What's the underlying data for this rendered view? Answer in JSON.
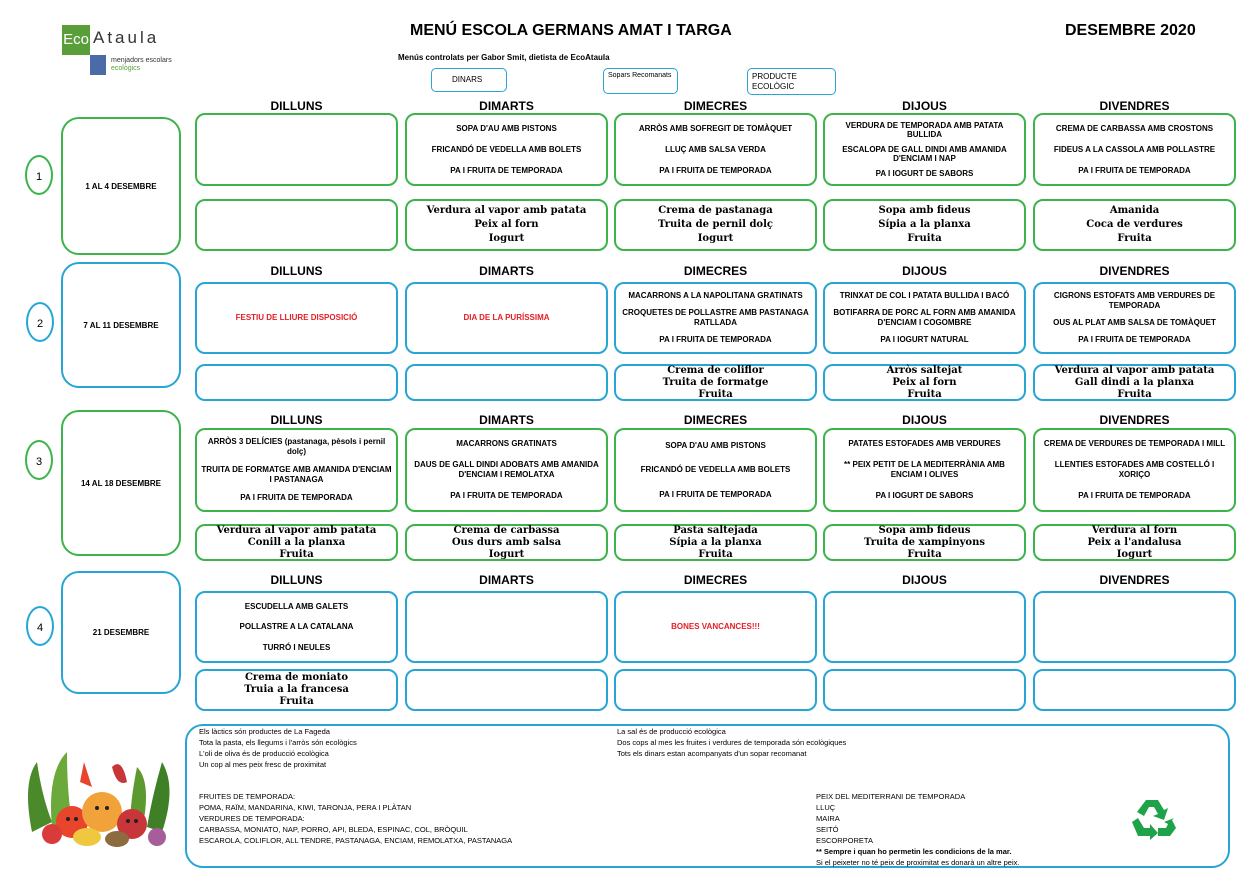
{
  "header": {
    "logo_eco": "Eco",
    "logo_ataula": "Ataula",
    "logo_sub1": "menjadors escolars",
    "logo_sub2": "ecològics",
    "title": "MENÚ ESCOLA GERMANS AMAT I TARGA",
    "month": "DESEMBRE 2020",
    "subtitle": "Menús controlats per Gabor Smit, dietista de EcoAtaula"
  },
  "legend": {
    "dinars": "DINARS",
    "sopars": "Sopars Recomanats",
    "producte": "PRODUCTE ECOLÒGIC"
  },
  "days": [
    "DILLUNS",
    "DIMARTS",
    "DIMECRES",
    "DIJOUS",
    "DIVENDRES"
  ],
  "weeks": [
    {
      "number": "1",
      "label": "1 AL 4 DESEMBRE",
      "dinars": [
        [],
        [
          "SOPA D'AU AMB PISTONS",
          "FRICANDÓ DE VEDELLA AMB BOLETS",
          "PA I FRUITA DE TEMPORADA"
        ],
        [
          "ARRÒS AMB SOFREGIT DE TOMÀQUET",
          "LLUÇ AMB SALSA VERDA",
          "PA I FRUITA DE TEMPORADA"
        ],
        [
          "VERDURA DE TEMPORADA AMB PATATA BULLIDA",
          "ESCALOPA DE GALL DINDI AMB AMANIDA D'ENCIAM I NAP",
          "PA I IOGURT DE SABORS"
        ],
        [
          "CREMA DE CARBASSA AMB CROSTONS",
          "FIDEUS A LA CASSOLA AMB POLLASTRE",
          "PA I FRUITA DE TEMPORADA"
        ]
      ],
      "sopars": [
        [],
        [
          "Verdura al vapor amb patata",
          "Peix al forn",
          "Iogurt"
        ],
        [
          "Crema de pastanaga",
          "Truita de pernil dolç",
          "Iogurt"
        ],
        [
          "Sopa amb fideus",
          "Sípia a la planxa",
          "Fruita"
        ],
        [
          "Amanida",
          "Coca de verdures",
          "Fruita"
        ]
      ]
    },
    {
      "number": "2",
      "label": "7 AL 11 DESEMBRE",
      "dinars": [
        [
          "FESTIU DE LLIURE DISPOSICIÓ"
        ],
        [
          "DIA DE LA PURÍSSIMA"
        ],
        [
          "MACARRONS A LA NAPOLITANA GRATINATS",
          "CROQUETES DE POLLASTRE AMB PASTANAGA RATLLADA",
          "PA I FRUITA DE TEMPORADA"
        ],
        [
          "TRINXAT DE COL I PATATA BULLIDA I BACÓ",
          "BOTIFARRA DE PORC AL FORN AMB AMANIDA D'ENCIAM I COGOMBRE",
          "PA I IOGURT NATURAL"
        ],
        [
          "CIGRONS ESTOFATS AMB VERDURES DE TEMPORADA",
          "OUS AL PLAT AMB SALSA DE TOMÀQUET",
          "PA I FRUITA DE TEMPORADA"
        ]
      ],
      "sopars": [
        [],
        [],
        [
          "Crema de coliflor",
          "Truita de formatge",
          "Fruita"
        ],
        [
          "Arròs saltejat",
          "Peix al forn",
          "Fruita"
        ],
        [
          "Verdura al vapor amb patata",
          "Gall dindi a la planxa",
          "Fruita"
        ]
      ]
    },
    {
      "number": "3",
      "label": "14 AL 18 DESEMBRE",
      "dinars": [
        [
          "ARRÒS 3 DELÍCIES (pastanaga, pèsols i pernil dolç)",
          "TRUITA DE FORMATGE AMB AMANIDA D'ENCIAM I PASTANAGA",
          "PA I FRUITA DE TEMPORADA"
        ],
        [
          "MACARRONS GRATINATS",
          "DAUS DE GALL DINDI ADOBATS AMB AMANIDA D'ENCIAM I REMOLATXA",
          "PA I FRUITA DE TEMPORADA"
        ],
        [
          "SOPA D'AU AMB PISTONS",
          "FRICANDÓ DE VEDELLA AMB BOLETS",
          "PA I FRUITA DE TEMPORADA"
        ],
        [
          "PATATES ESTOFADES AMB VERDURES",
          "** PEIX PETIT DE LA MEDITERRÀNIA AMB ENCIAM I OLIVES",
          "PA I IOGURT DE SABORS"
        ],
        [
          "CREMA DE VERDURES DE TEMPORADA I MILL",
          "LLENTIES ESTOFADES AMB COSTELLÓ I XORIÇO",
          "PA I FRUITA DE TEMPORADA"
        ]
      ],
      "sopars": [
        [
          "Verdura al vapor amb patata",
          "Conill a la planxa",
          "Fruita"
        ],
        [
          "Crema de carbassa",
          "Ous durs amb salsa",
          "Iogurt"
        ],
        [
          "Pasta saltejada",
          "Sípia a la planxa",
          "Fruita"
        ],
        [
          "Sopa amb fideus",
          "Truita de xampinyons",
          "Fruita"
        ],
        [
          "Verdura al forn",
          "Peix a l'andalusa",
          "Iogurt"
        ]
      ]
    },
    {
      "number": "4",
      "label": "21 DESEMBRE",
      "dinars": [
        [
          "ESCUDELLA AMB GALETS",
          "POLLASTRE A LA CATALANA",
          "TURRÓ I NEULES"
        ],
        [],
        [
          "BONES VANCANCES!!!"
        ],
        [],
        []
      ],
      "sopars": [
        [
          "Crema de moniato",
          "Truia a la francesa",
          "Fruita"
        ],
        [],
        [],
        [],
        []
      ]
    }
  ],
  "notes": {
    "left": [
      "Els làctics són productes de La Fageda",
      "Tota la pasta, els llegums i l'arròs són ecològics",
      "L'oli de oliva és de producció ecològica",
      "Un cop al mes peix fresc de proximitat"
    ],
    "right": [
      "La sal és de producció ecològica",
      "Dos cops al mes  les fruites i verdures de temporada són ecològiques",
      "Tots els dinars estan acompanyats d'un sopar recomanat"
    ],
    "seasonal": [
      "FRUITES DE TEMPORADA:",
      "POMA, RAÏM, MANDARINA, KIWI, TARONJA, PERA I PLÀTAN",
      "VERDURES DE TEMPORADA:",
      "CARBASSA, MONIATO, NAP, PORRO, API, BLEDA, ESPINAC, COL, BRÒQUIL",
      "ESCAROLA, COLIFLOR, ALL TENDRE, PASTANAGA, ENCIAM, REMOLATXA, PASTANAGA"
    ],
    "fish": [
      "PEIX DEL MEDITERRANI DE TEMPORADA",
      "LLUÇ",
      "MAIRA",
      "SEITÓ",
      "ESCORPORETA"
    ],
    "fish_note_bold": "** Sempre i quan ho permetin les condicions de la mar.",
    "fish_note": "Si el peixeter no té peix de proximitat es donarà un altre peix."
  },
  "colors": {
    "green_border": "#3cb44b",
    "blue_border": "#27a6d6",
    "red_text": "#e41e26",
    "logo_green": "#5a9e3a",
    "logo_blue": "#4a6aa8"
  },
  "icons": {
    "veggies": "vegetables-illustration",
    "recycle": "recycle-icon"
  }
}
